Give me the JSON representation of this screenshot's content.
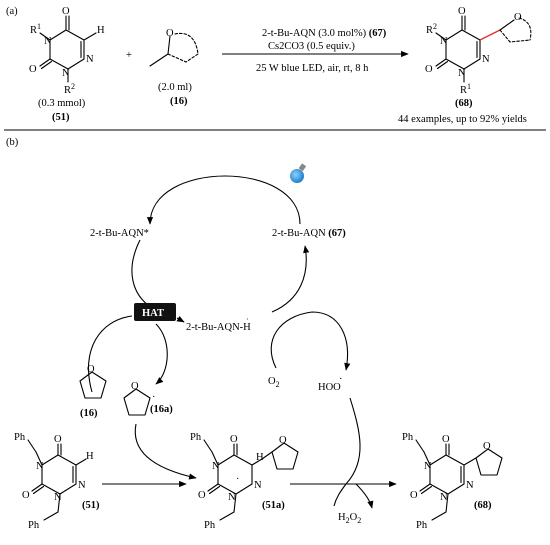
{
  "panel_a": {
    "label": "(a)",
    "reactant_amount": "(0.3 mmol)",
    "reactant_number": "(51)",
    "thf_amount": "(2.0 ml)",
    "thf_number": "(16)",
    "plus": "+",
    "conditions": {
      "catalyst": "2-t-Bu-AQN (3.0 mol%)",
      "catalyst_ref": "(67)",
      "base": "Cs2CO3 (0.5 equiv.)",
      "light": "25 W blue LED, air, rt, 8 h"
    },
    "product_number": "(68)",
    "summary": "44 examples, up to 92% yields"
  },
  "panel_b": {
    "label": "(b)",
    "excited_catalyst": "2-t-Bu-AQN*",
    "ground_catalyst": "2-t-Bu-AQN",
    "ground_catalyst_ref": "(67)",
    "hat_box": "HAT",
    "reduced_catalyst": "2-t-Bu-AQN-H",
    "oxygen": "O2",
    "hydroperoxyl": "HOO",
    "thf_number": "(16)",
    "thf_radical_number": "(16a)",
    "substrate_number": "(51)",
    "intermediate_number": "(51a)",
    "h2o2": "H2O2",
    "product_number": "(68)",
    "ph": "Ph"
  },
  "colors": {
    "bulb": "#2a8fd8",
    "new_bond": "#e0302e"
  }
}
